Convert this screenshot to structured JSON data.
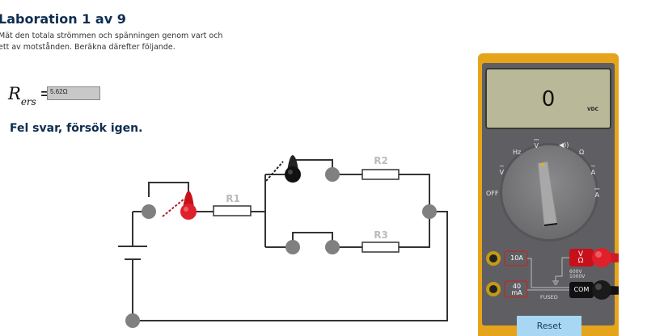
{
  "header": {
    "title": "Laboration 1 av 9",
    "description_line1": "Mät den totala strömmen och spänningen genom vart och",
    "description_line2": "ett av motstånden. Beräkna därefter följande."
  },
  "formula": {
    "symbol": "R",
    "subscript": "ers",
    "equals": "=",
    "answer_value": "5.62Ω"
  },
  "feedback": "Fel svar, försök igen.",
  "circuit": {
    "resistors": [
      {
        "label": "R1"
      },
      {
        "label": "R2"
      },
      {
        "label": "R3"
      }
    ],
    "probe_red_color": "#d9131f",
    "probe_black_color": "#151515",
    "node_color": "#808080"
  },
  "multimeter": {
    "display_value": "0",
    "display_unit": "VDC",
    "dial_labels": {
      "off": "OFF",
      "v_ac_sym": "~",
      "v_ac": "V",
      "hz": "Hz",
      "v_dc_sym": "⎓",
      "v_dc": "V",
      "continuity": "◀))",
      "ohm": "Ω",
      "a_ac_sym": "~",
      "a_ac": "A",
      "a_dc_sym": "⎓",
      "a_dc": "A"
    },
    "jacks": {
      "amp10": "10A",
      "ma40_line1": "40",
      "ma40_line2": "mA",
      "volt_ohm_line1": "V",
      "volt_ohm_line2": "Ω",
      "com": "COM",
      "rating_line1": "600V",
      "rating_line2": "1000V",
      "fused": "FUSED"
    },
    "body_color": "#e5a41a",
    "panel_color": "#5f5f63",
    "lcd_color": "#b9b99a"
  },
  "reset_label": "Reset"
}
